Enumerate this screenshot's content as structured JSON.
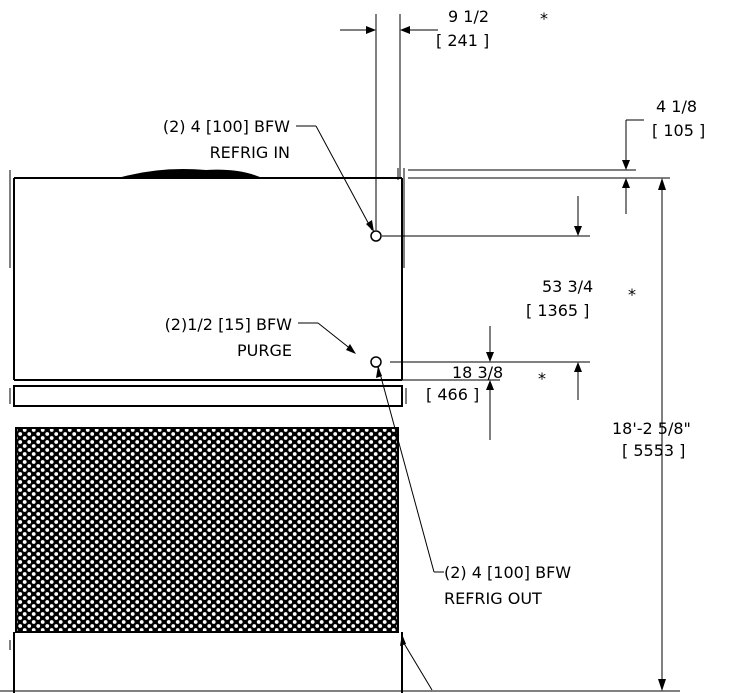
{
  "dimensions": {
    "top_width": {
      "fraction": "9 1/2",
      "metric": "[ 241 ]",
      "mark": "*"
    },
    "top_offset": {
      "fraction": "4 1/8",
      "metric": "[ 105 ]"
    },
    "inlet_to_outlet": {
      "fraction": "53 3/4",
      "metric": "[ 1365 ]",
      "mark": "*"
    },
    "purge_offset": {
      "fraction": "18 3/8",
      "metric": "[ 466 ]",
      "mark": "*"
    },
    "overall_height": {
      "fraction": "18'-2 5/8\"",
      "metric": "[ 5553 ]"
    }
  },
  "callouts": {
    "refrig_in": {
      "line1": "(2) 4 [100] BFW",
      "line2": "REFRIG IN"
    },
    "purge": {
      "line1": "(2)1/2 [15] BFW",
      "line2": "PURGE"
    },
    "refrig_out": {
      "line1": "(2) 4 [100] BFW",
      "line2": "REFRIG OUT"
    }
  }
}
